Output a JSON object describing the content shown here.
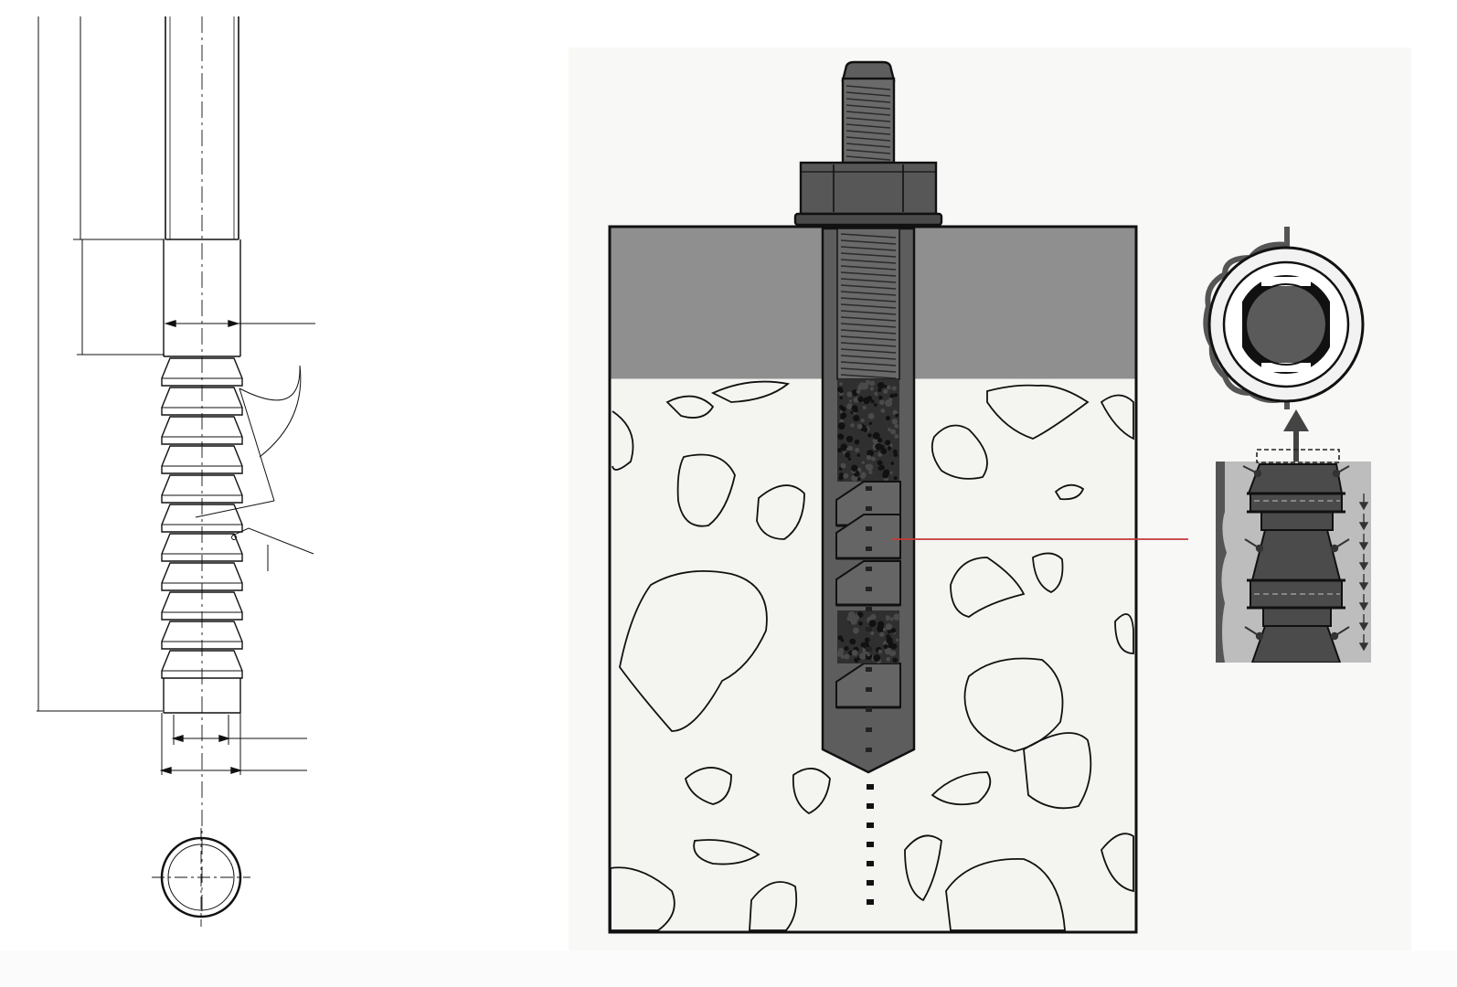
{
  "diagram": {
    "views": [
      "anchor-rod-technical-drawing",
      "anchor-installed-in-concrete-section",
      "load-transfer-detail"
    ],
    "text_labels": []
  },
  "colors": {
    "ink": "#111111",
    "steel": "#5a5a5a",
    "steel_dark": "#3b3b3b",
    "concrete_top": "#8f8f8f",
    "concrete_body": "#f3f3f1",
    "detail_bg": "#b9b9b9",
    "leader_red": "#c43a3a",
    "panel_bg": "#f7f7f5"
  }
}
